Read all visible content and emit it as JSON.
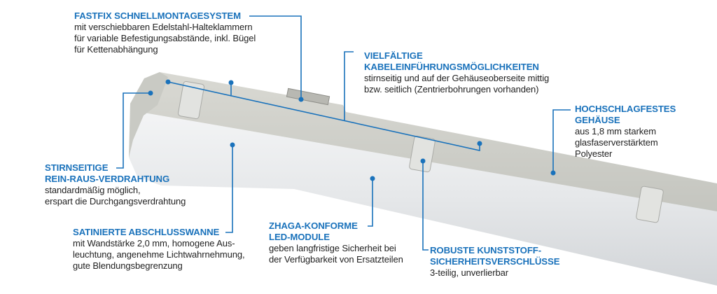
{
  "accent_color": "#1a72bb",
  "callouts": {
    "fastfix": {
      "heading": "FASTFIX SCHNELLMONTAGESYSTEM",
      "body": "mit verschiebbaren Edelstahl-Halteklammern\nfür variable Befestigungsabstände, inkl. Bügel\nfür Kettenabhängung"
    },
    "kabel": {
      "heading": "VIELFÄLTIGE\nKABELEINFÜHRUNGSMÖGLICHKEITEN",
      "body": "stirnseitig und auf der Gehäuseoberseite mittig\nbzw. seitlich (Zentrierbohrungen vorhanden)"
    },
    "gehaeuse": {
      "heading": "HOCHSCHLAGFESTES\nGEHÄUSE",
      "body": "aus 1,8 mm starkem\nglasfaserverstärktem\nPolyester"
    },
    "stirnseitig": {
      "heading": "STIRNSEITIGE\nREIN-RAUS-VERDRAHTUNG",
      "body": "standardmäßig möglich,\nerspart die Durchgangsverdrahtung"
    },
    "wanne": {
      "heading": "SATINIERTE ABSCHLUSSWANNE",
      "body": "mit Wandstärke 2,0 mm, homogene Aus-\nleuchtung, angenehme Lichtwahrnehmung,\ngute Blendungsbegrenzung"
    },
    "zhaga": {
      "heading": "ZHAGA-KONFORME\nLED-MODULE",
      "body": "geben langfristige Sicherheit bei\nder Verfügbarkeit von Ersatzteilen"
    },
    "verschluesse": {
      "heading": "ROBUSTE KUNSTSTOFF-\nSICHERHEITSVERSCHLÜSSE",
      "body": "3-teilig, unverlierbar"
    }
  }
}
